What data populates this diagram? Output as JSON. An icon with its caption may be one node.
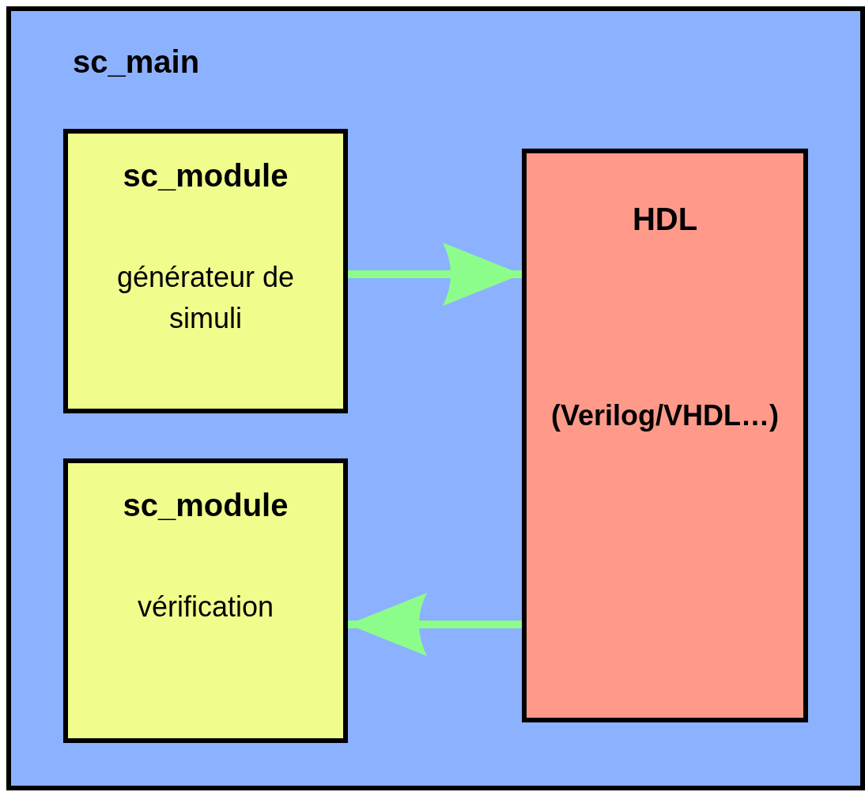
{
  "diagram": {
    "nodes": [
      {
        "text": [
          "sc_main"
        ]
      },
      {
        "text": [
          "sc_module",
          "générateur de simuli"
        ],
        "in": 0
      },
      {
        "text": [
          "HDL",
          "(Verilog/VHDL…)"
        ],
        "in": 0
      },
      {
        "text": [
          "sc_module",
          "vérification"
        ],
        "in": 0
      }
    ],
    "edges": [
      {
        "from": 1,
        "to": 2,
        "arrow": "to"
      },
      {
        "from": 2,
        "to": 3,
        "arrow": "to"
      }
    ]
  }
}
